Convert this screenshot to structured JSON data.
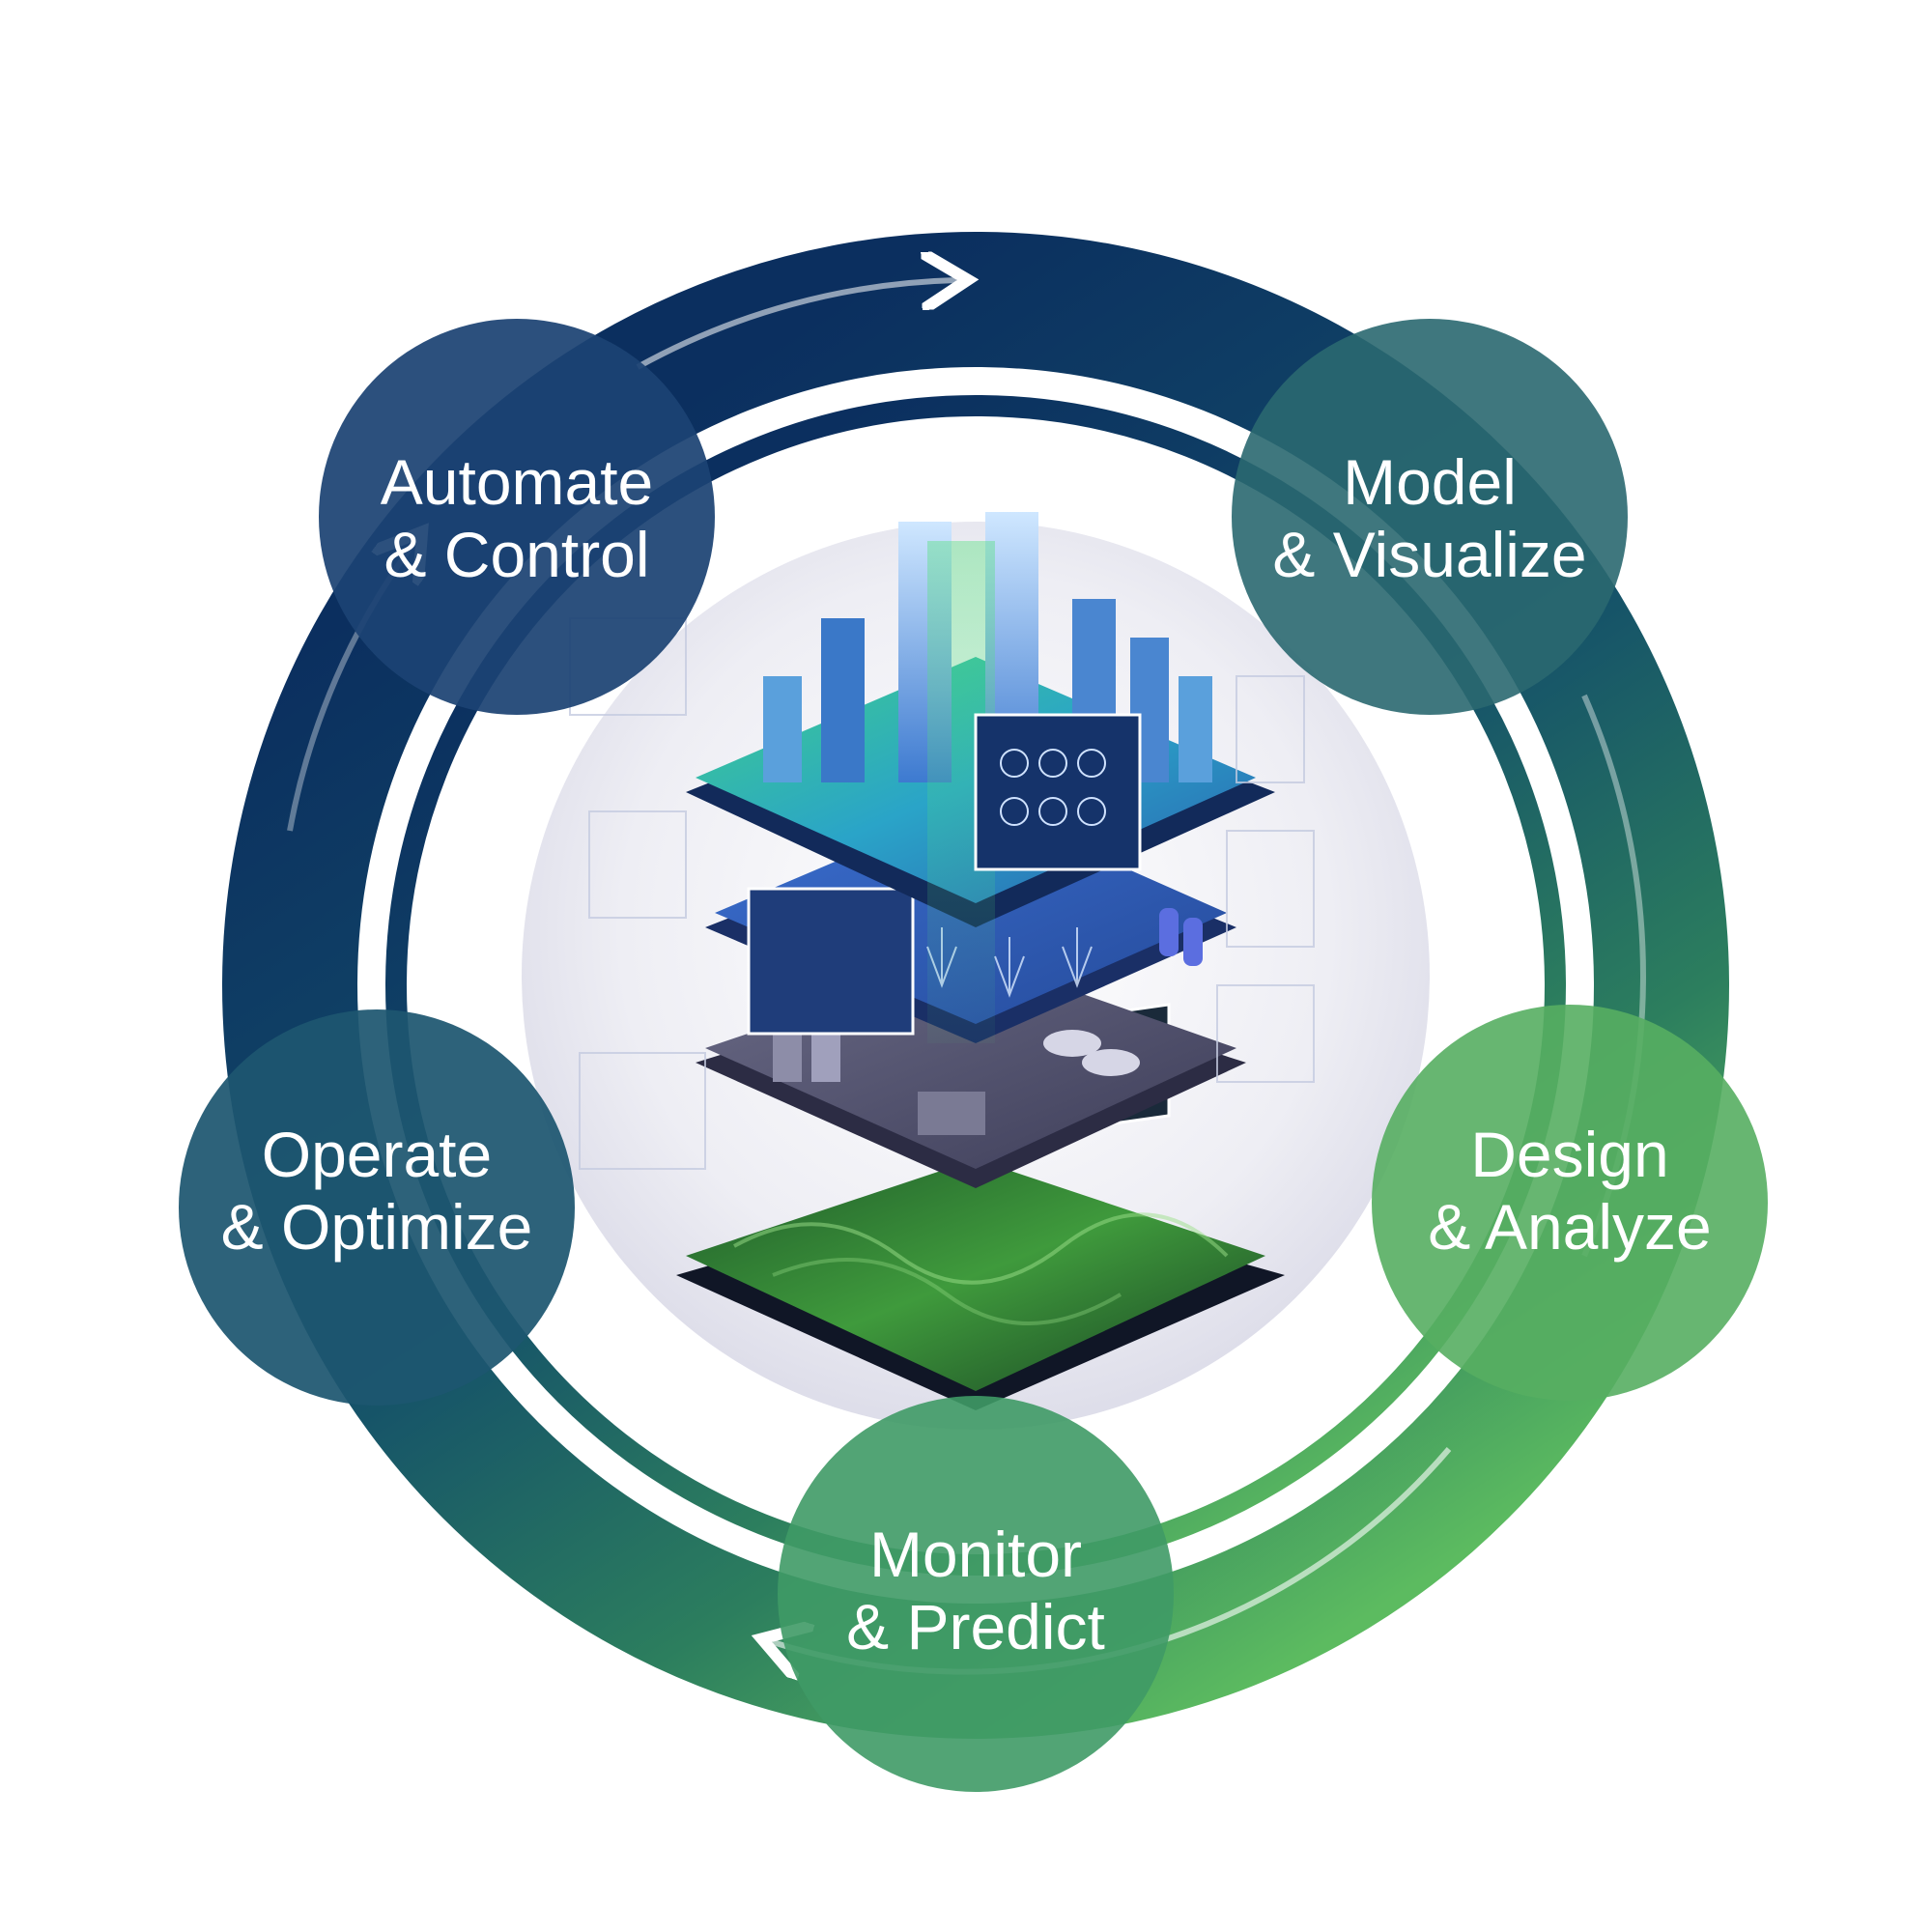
{
  "diagram": {
    "nodes": [
      {
        "line1": "Automate",
        "line2": "& Control"
      },
      {
        "line1": "Model",
        "line2": "& Visualize"
      },
      {
        "line1": "Design",
        "line2": "& Analyze"
      },
      {
        "line1": "Monitor",
        "line2": "& Predict"
      },
      {
        "line1": "Operate",
        "line2": "& Optimize"
      }
    ],
    "center_illustration": "isometric-digital-twin-layers",
    "colors": {
      "ring_navy": "#0c3a68",
      "ring_green": "#4cae5c",
      "node_navy": "#1c4373",
      "node_teal": "#2a6870",
      "node_green": "#56ae62"
    }
  }
}
